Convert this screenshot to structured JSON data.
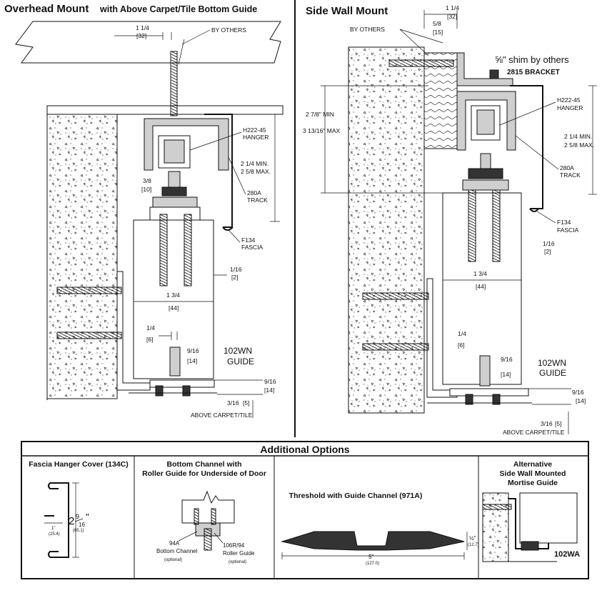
{
  "overhead": {
    "title": "Overhead Mount",
    "subtitle": "with Above Carpet/Tile Bottom Guide",
    "by_others": "BY OTHERS",
    "dim_top_frac": "1 1/4",
    "dim_top_mm": "[32]",
    "hanger": "H222-45",
    "hanger_word": "HANGER",
    "track_min": "2 1/4 MIN.",
    "track_max": "2 5/8 MAX.",
    "dim_38_frac": "3/8",
    "dim_38_mm": "[10]",
    "track": "280A",
    "track_word": "TRACK",
    "fascia": "F134",
    "fascia_word": "FASCIA",
    "dim_116_frac": "1/16",
    "dim_116_mm": "[2]",
    "dim_134_frac": "1 3/4",
    "dim_134_mm": "[44]",
    "dim_14_frac": "1/4",
    "dim_14_mm": "[6]",
    "dim_916a_frac": "9/16",
    "dim_916a_mm": "[14]",
    "guide": "102WN",
    "guide_word": "GUIDE",
    "dim_916b_frac": "9/16",
    "dim_916b_mm": "[14]",
    "dim_316_frac": "3/16",
    "dim_316_mm": "[5]",
    "above_carpet": "ABOVE CARPET/TILE"
  },
  "sidewall": {
    "title": "Side Wall Mount",
    "by_others": "BY OTHERS",
    "dim_top_frac": "1 1/4",
    "dim_top_mm": "[32]",
    "dim_58_frac": "5/8",
    "dim_58_mm": "[15]",
    "shim": "⅝\" shim by others",
    "bracket": "2815 BRACKET",
    "hanger": "H222-45",
    "hanger_word": "HANGER",
    "min_label": "2 7/8\" MIN",
    "max_label": "3 13/16\" MAX",
    "track_min": "2 1/4 MIN.",
    "track_max": "2 5/8 MAX.",
    "track": "280A",
    "track_word": "TRACK",
    "fascia": "F134",
    "fascia_word": "FASCIA",
    "dim_116_frac": "1/16",
    "dim_116_mm": "[2]",
    "dim_134_frac": "1 3/4",
    "dim_134_mm": "[44]",
    "dim_14_frac": "1/4",
    "dim_14_mm": "[6]",
    "dim_916a_frac": "9/16",
    "dim_916a_mm": "[14]",
    "guide": "102WN",
    "guide_word": "GUIDE",
    "dim_916b_frac": "9/16",
    "dim_916b_mm": "[14]",
    "dim_316_frac": "3/16",
    "dim_316_mm": "[5]",
    "above_carpet": "ABOVE CARPET/TILE"
  },
  "options": {
    "header": "Additional Options",
    "fascia_cover": {
      "title": "Fascia Hanger Cover (134C)",
      "dim_big": "2",
      "dim_big_num": "9",
      "dim_big_den": "16",
      "dim_big_quote": "\"",
      "dim_big_mm": "(65.1)",
      "dim_small": "1\"",
      "dim_small_mm": "(25.4)"
    },
    "bottom_channel": {
      "title_line1": "Bottom Channel with",
      "title_line2": "Roller Guide for Underside of Door",
      "left_code": "94A",
      "left_name": "Bottom Channel",
      "left_note": "(optional)",
      "right_code": "106R/94",
      "right_name": "Roller Guide",
      "right_note": "(optional)"
    },
    "threshold": {
      "title": "Threshold with Guide Channel (971A)",
      "width": "5\"",
      "width_mm": "(127.0)",
      "height": "½\"",
      "height_mm": "(12.7)"
    },
    "mortise": {
      "title_line1": "Alternative",
      "title_line2": "Side Wall Mounted",
      "title_line3": "Mortise Guide",
      "code": "102WA"
    }
  }
}
